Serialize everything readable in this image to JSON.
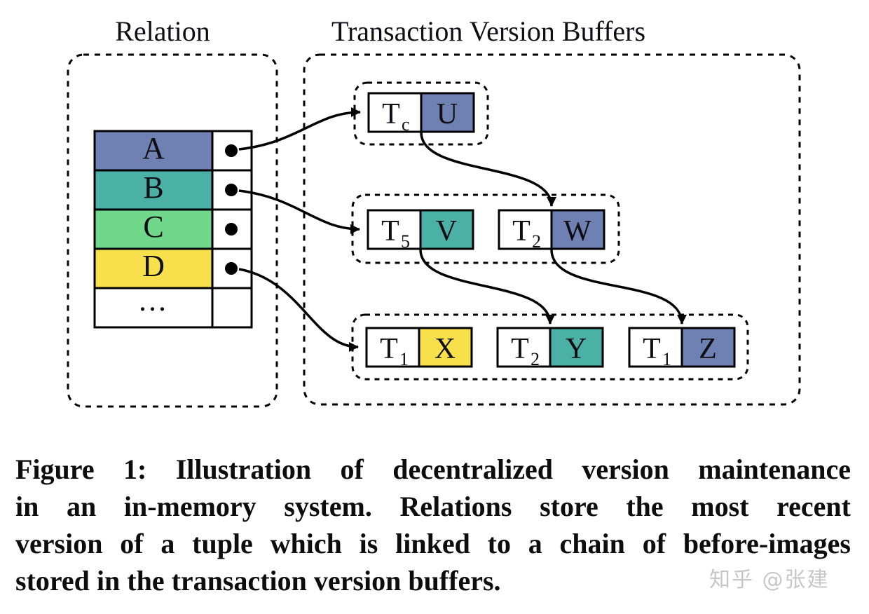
{
  "titles": {
    "relation": "Relation",
    "buffers": "Transaction Version Buffers"
  },
  "colors": {
    "blue": "#6F81B3",
    "teal": "#4BB1A6",
    "green": "#70D78B",
    "yellow": "#F8E04D",
    "white": "#FFFFFF",
    "line": "#000000",
    "watermark_gray": "#C7C7C7"
  },
  "relation_table": {
    "rows": [
      {
        "label": "A",
        "fill": "#6F81B3",
        "has_pointer": true
      },
      {
        "label": "B",
        "fill": "#4BB1A6",
        "has_pointer": true
      },
      {
        "label": "C",
        "fill": "#70D78B",
        "has_pointer": true
      },
      {
        "label": "D",
        "fill": "#F8E04D",
        "has_pointer": true
      },
      {
        "label": "...",
        "fill": "#FFFFFF",
        "has_pointer": false
      }
    ]
  },
  "version_buffers": {
    "records": [
      {
        "txn": "T",
        "sub": "c",
        "value": "U",
        "fill": "#6F81B3"
      },
      {
        "txn": "T",
        "sub": "5",
        "value": "V",
        "fill": "#4BB1A6"
      },
      {
        "txn": "T",
        "sub": "2",
        "value": "W",
        "fill": "#6F81B3"
      },
      {
        "txn": "T",
        "sub": "1",
        "value": "X",
        "fill": "#F8E04D"
      },
      {
        "txn": "T",
        "sub": "2",
        "value": "Y",
        "fill": "#4BB1A6"
      },
      {
        "txn": "T",
        "sub": "1",
        "value": "Z",
        "fill": "#6F81B3"
      }
    ]
  },
  "caption": {
    "lines": [
      "Figure 1: Illustration of decentralized version maintenance",
      "in an in-memory system. Relations store the most recent",
      "version of a tuple which is linked to a chain of before-images",
      "stored in the transaction version buffers."
    ]
  },
  "watermark": "知乎 @张建"
}
